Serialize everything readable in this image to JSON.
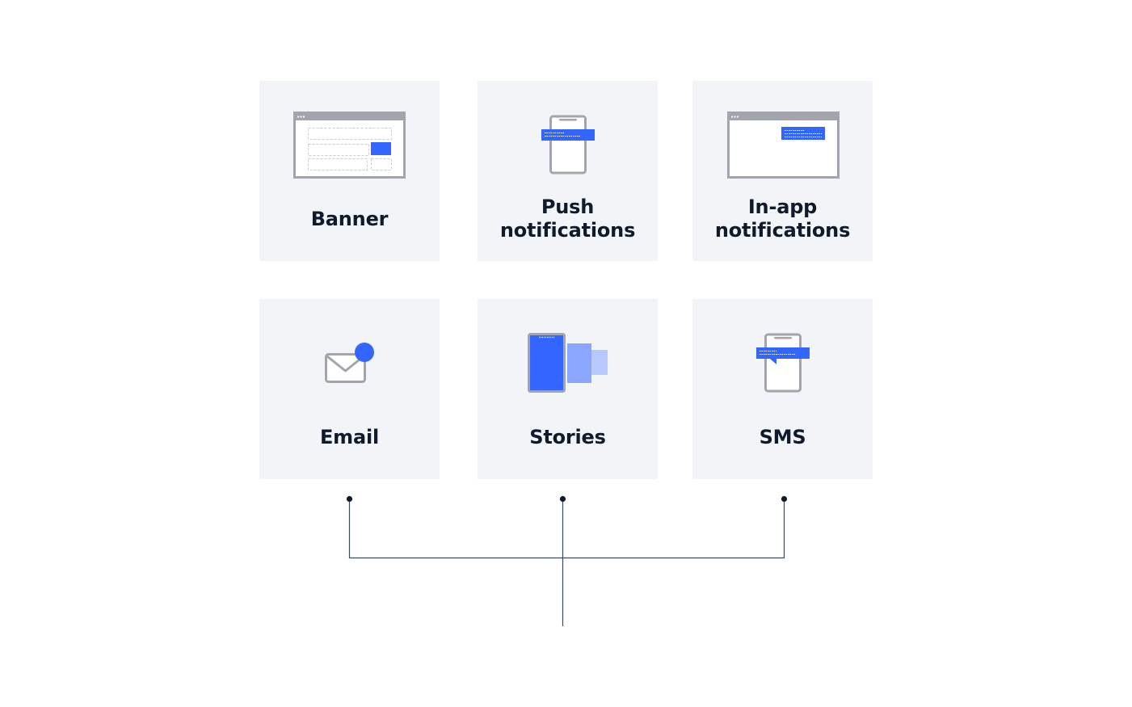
{
  "cards": [
    {
      "lines": [
        "Banner"
      ],
      "icon": "browser-banner-icon"
    },
    {
      "lines": [
        "Push",
        "notifications"
      ],
      "icon": "phone-push-notification-icon"
    },
    {
      "lines": [
        "In-app",
        "notifications"
      ],
      "icon": "browser-in-app-notification-icon"
    },
    {
      "lines": [
        "Email"
      ],
      "icon": "envelope-badge-icon"
    },
    {
      "lines": [
        "Stories"
      ],
      "icon": "stories-stack-icon"
    },
    {
      "lines": [
        "SMS"
      ],
      "icon": "phone-sms-bubble-icon"
    }
  ],
  "colors": {
    "card_bg": "#f2f4f7",
    "accent_blue": "#3366ff",
    "light_blue": "#8aa6ff",
    "lighter_blue": "#b7c8ff",
    "icon_gray": "#a2a5ad",
    "text_dark": "#0f1b2d",
    "connector": "#3d4a5c"
  }
}
